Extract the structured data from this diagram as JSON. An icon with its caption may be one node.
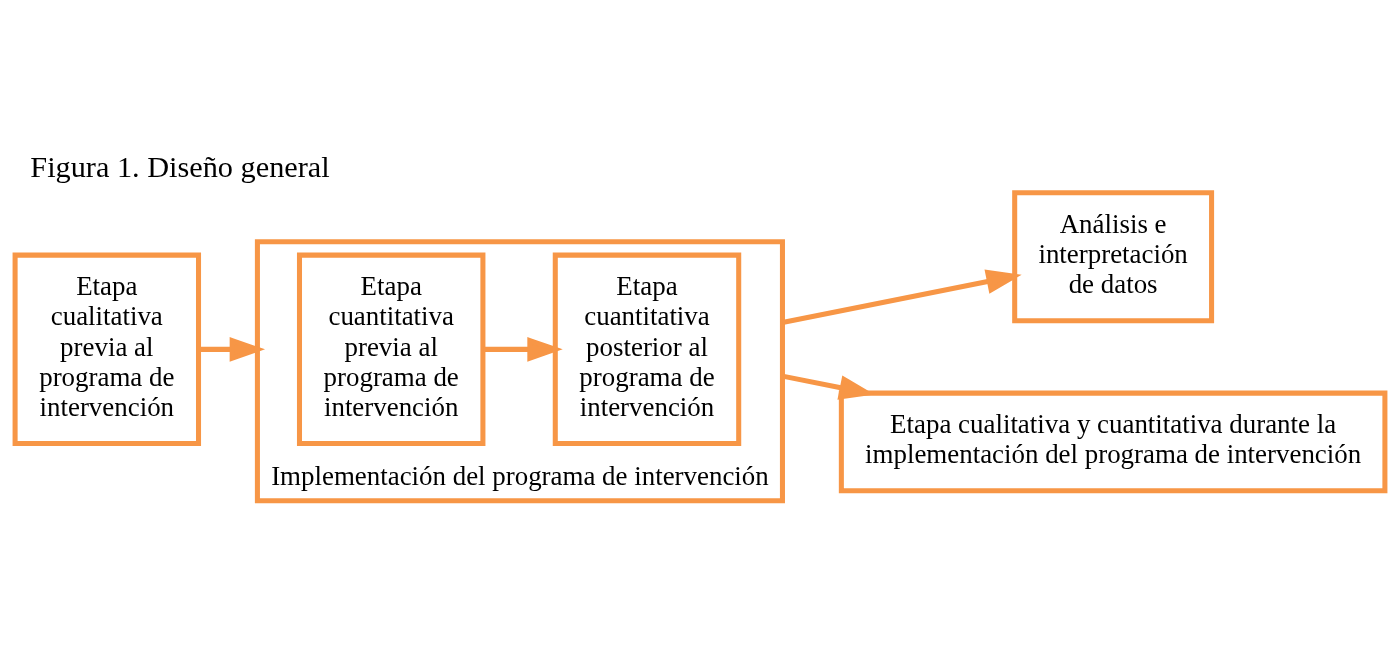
{
  "diagram": {
    "title": "Figura 1. Diseño general",
    "nodes": [
      {
        "text": [
          "Etapa cualitativa previa al programa de intervención"
        ]
      },
      {
        "text": [
          "Implementación del programa de intervención"
        ]
      },
      {
        "text": [
          "Etapa cuantitativa previa al programa de intervención"
        ],
        "in": 1
      },
      {
        "text": [
          "Etapa cuantitativa posterior al programa de intervención"
        ],
        "in": 1
      },
      {
        "text": [
          "Análisis e interpretación de datos"
        ]
      },
      {
        "text": [
          "Etapa cualitativa y cuantitativa durante la implementación del programa de intervención"
        ]
      }
    ],
    "edges": [
      {
        "from": 0,
        "to": 1,
        "arrow": "to"
      },
      {
        "from": 2,
        "to": 3,
        "arrow": "to"
      },
      {
        "from": 1,
        "to": 4,
        "arrow": "to"
      },
      {
        "from": 1,
        "to": 5,
        "arrow": "to"
      }
    ]
  }
}
